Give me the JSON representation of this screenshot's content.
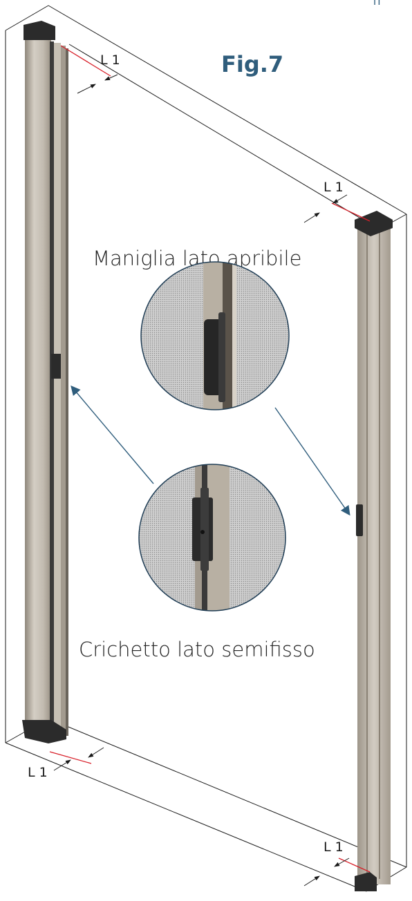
{
  "figure": {
    "title": "Fig.7",
    "title_color": "#2f5d7c",
    "corner_mark": "IT"
  },
  "captions": {
    "handle_side": "Maniglia lato apribile",
    "latch_side": "Crichetto lato semifisso"
  },
  "dimensions": {
    "top_left": "L 1",
    "top_right": "L 1",
    "bottom_left": "L 1",
    "bottom_right": "L 1"
  },
  "colors": {
    "profile": "#c9c3b8",
    "profile_shade": "#a89f92",
    "profile_dark": "#4a4a4a",
    "accent_line": "#d8202a",
    "arrow": "#2f5d7c",
    "frame_line": "#1a1a1a"
  },
  "icons": [
    "arrow-icon"
  ]
}
